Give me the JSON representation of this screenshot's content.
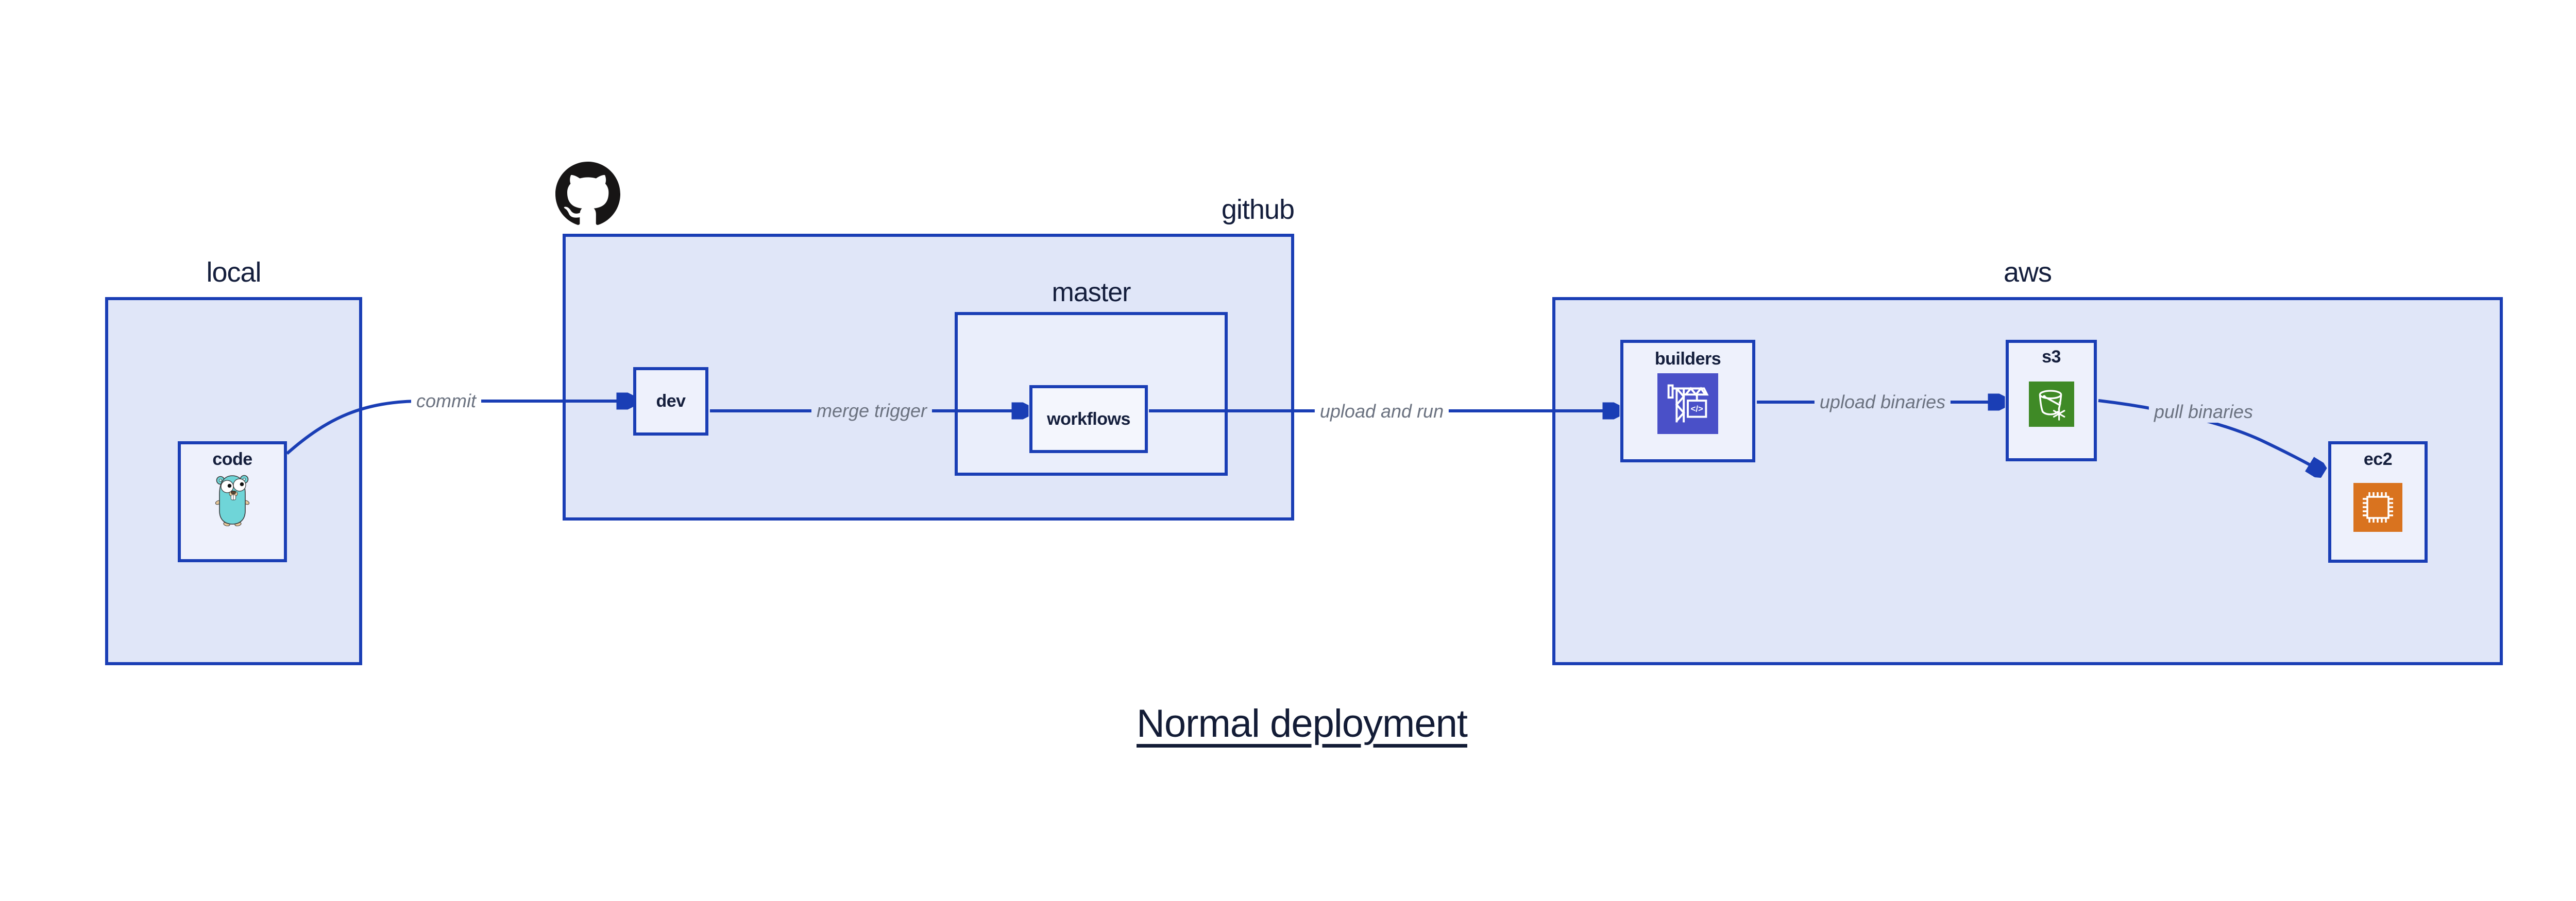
{
  "title": {
    "text": "Normal deployment"
  },
  "containers": {
    "local": {
      "label": "local"
    },
    "github": {
      "label": "github"
    },
    "master": {
      "label": "master"
    },
    "aws": {
      "label": "aws"
    }
  },
  "nodes": {
    "code": {
      "label": "code",
      "icon": "go-gopher-icon"
    },
    "dev": {
      "label": "dev"
    },
    "workflows": {
      "label": "workflows"
    },
    "builders": {
      "label": "builders",
      "icon": "aws-codebuild-icon"
    },
    "s3": {
      "label": "s3",
      "icon": "aws-s3-glacier-icon"
    },
    "ec2": {
      "label": "ec2",
      "icon": "aws-ec2-icon"
    }
  },
  "edges": [
    {
      "from": "code",
      "to": "dev",
      "label": "commit"
    },
    {
      "from": "dev",
      "to": "workflows",
      "label": "merge trigger"
    },
    {
      "from": "workflows",
      "to": "builders",
      "label": "upload and run"
    },
    {
      "from": "builders",
      "to": "s3",
      "label": "upload binaries"
    },
    {
      "from": "s3",
      "to": "ec2",
      "label": "pull binaries"
    }
  ],
  "colors": {
    "box_border": "#1a3eb5",
    "arrow": "#1a3eb5",
    "outer_box_fill": "#e0e6f8",
    "inner_box_fill": "#eef1fc",
    "workflows_box_fill": "#f4f6fd",
    "edge_label_text": "#6b7280",
    "label_text": "#141e3c",
    "title_text": "#131c36",
    "github_mark": "#171515",
    "gopher_body": "#6fd5d8",
    "codebuild_icon_bg": "#4a50c8",
    "s3_glacier_icon_bg": "#3f8a26",
    "ec2_icon_bg": "#d9731f"
  }
}
